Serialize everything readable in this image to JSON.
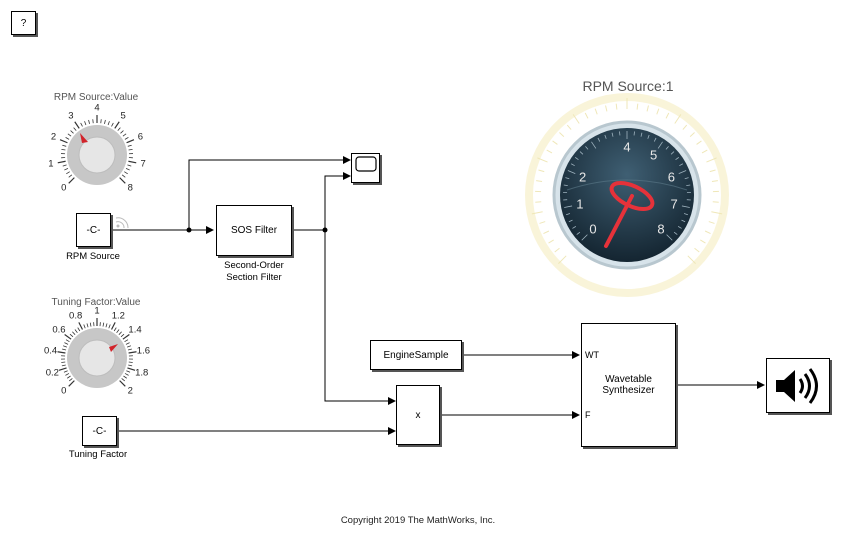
{
  "help_button": {
    "label": "?"
  },
  "knob_rpm": {
    "title": "RPM Source:Value",
    "ticks": [
      "0",
      "1",
      "2",
      "3",
      "4",
      "5",
      "6",
      "7",
      "8"
    ]
  },
  "knob_tuning": {
    "title": "Tuning Factor:Value",
    "ticks": [
      "0",
      "0.2",
      "0.4",
      "0.6",
      "0.8",
      "1",
      "1.2",
      "1.4",
      "1.6",
      "1.8",
      "2"
    ]
  },
  "blocks": {
    "rpm_source": {
      "label": "-C-",
      "caption": "RPM Source"
    },
    "tuning_factor": {
      "label": "-C-",
      "caption": "Tuning Factor"
    },
    "sos_filter": {
      "label": "SOS Filter",
      "caption_line1": "Second-Order",
      "caption_line2": "Section Filter"
    },
    "engine_sample": {
      "label": "EngineSample"
    },
    "product": {
      "label": "x"
    },
    "wavetable": {
      "label_line1": "Wavetable",
      "label_line2": "Synthesizer",
      "port_wt": "WT",
      "port_f": "F"
    }
  },
  "gauge": {
    "title": "RPM Source:1",
    "numbers": [
      "0",
      "1",
      "2",
      "4",
      "5",
      "6",
      "7",
      "8"
    ]
  },
  "footer": {
    "copyright": "Copyright 2019 The MathWorks, Inc."
  }
}
